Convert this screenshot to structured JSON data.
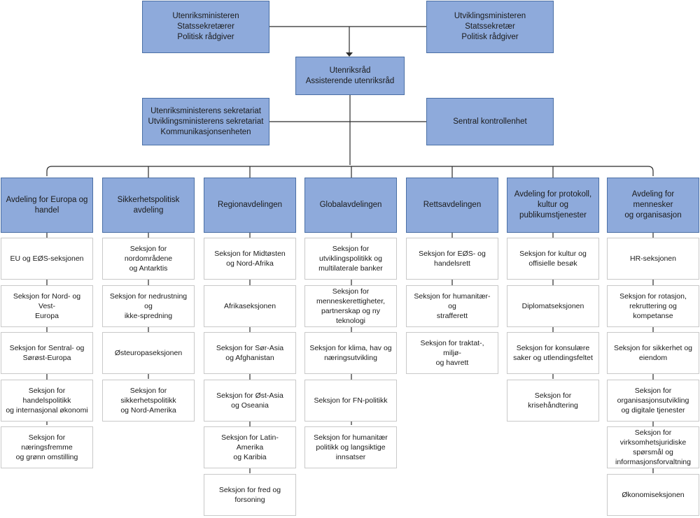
{
  "top": {
    "minister": [
      "Utenriksministeren",
      "Statssekretærer",
      "Politisk rådgiver"
    ],
    "dev_minister": [
      "Utviklingsministeren",
      "Statssekretær",
      "Politisk rådgiver"
    ],
    "secretary_general": [
      "Utenriksråd",
      "Assisterende utenriksråd"
    ],
    "secretariats": [
      "Utenriksministerens sekretariat",
      "Utviklingsministerens sekretariat",
      "Kommunikasjonsenheten"
    ],
    "audit": [
      "Sentral kontrollenhet"
    ]
  },
  "departments": [
    {
      "name": [
        "Avdeling for Europa og",
        "handel"
      ],
      "sections": [
        [
          "EU og EØS-seksjonen"
        ],
        [
          "Seksjon for Nord- og Vest-",
          "Europa"
        ],
        [
          "Seksjon for Sentral- og",
          "Sørøst-Europa"
        ],
        [
          "Seksjon for handelspolitikk",
          "og internasjonal økonomi"
        ],
        [
          "Seksjon for næringsfremme",
          "og grønn omstilling"
        ]
      ]
    },
    {
      "name": [
        "Sikkerhetspolitisk",
        "avdeling"
      ],
      "sections": [
        [
          "Seksjon for nordområdene",
          "og Antarktis"
        ],
        [
          "Seksjon for nedrustning og",
          "ikke-spredning"
        ],
        [
          "Østeuropaseksjonen"
        ],
        [
          "Seksjon for",
          "sikkerhetspolitikk",
          "og Nord-Amerika"
        ]
      ]
    },
    {
      "name": [
        "Regionavdelingen"
      ],
      "sections": [
        [
          "Seksjon for Midtøsten",
          "og Nord-Afrika"
        ],
        [
          "Afrikaseksjonen"
        ],
        [
          "Seksjon for Sør-Asia",
          "og Afghanistan"
        ],
        [
          "Seksjon for Øst-Asia",
          "og Oseania"
        ],
        [
          "Seksjon for Latin-Amerika",
          "og Karibia"
        ],
        [
          "Seksjon for fred og",
          "forsoning"
        ]
      ]
    },
    {
      "name": [
        "Globalavdelingen"
      ],
      "sections": [
        [
          "Seksjon for",
          "utviklingspolitikk og",
          "multilaterale banker"
        ],
        [
          "Seksjon for",
          "menneskerettigheter,",
          "partnerskap og ny teknologi"
        ],
        [
          "Seksjon for klima, hav og",
          "næringsutvikling"
        ],
        [
          "Seksjon for FN-politikk"
        ],
        [
          "Seksjon for humanitær",
          "politikk og langsiktige",
          "innsatser"
        ]
      ]
    },
    {
      "name": [
        "Rettsavdelingen"
      ],
      "sections": [
        [
          "Seksjon for EØS- og",
          "handelsrett"
        ],
        [
          "Seksjon for humanitær- og",
          "strafferett"
        ],
        [
          "Seksjon for traktat-, miljø-",
          "og havrett"
        ]
      ]
    },
    {
      "name": [
        "Avdeling for protokoll,",
        "kultur og",
        "publikumstjenester"
      ],
      "sections": [
        [
          "Seksjon for kultur og",
          "offisielle besøk"
        ],
        [
          "Diplomatseksjonen"
        ],
        [
          "Seksjon for konsulære",
          "saker og utlendingsfeltet"
        ],
        [
          "Seksjon for krisehåndtering"
        ]
      ]
    },
    {
      "name": [
        "Avdeling for mennesker",
        "og organisasjon"
      ],
      "sections": [
        [
          "HR-seksjonen"
        ],
        [
          "Seksjon for rotasjon,",
          "rekruttering og kompetanse"
        ],
        [
          "Seksjon for sikkerhet og",
          "eiendom"
        ],
        [
          "Seksjon for",
          "organisasjonsutvikling",
          "og digitale tjenester"
        ],
        [
          "Seksjon for",
          "virksomhetsjuridiske",
          "spørsmål og",
          "informasjonsforvaltning"
        ],
        [
          "Økonomiseksjonen"
        ]
      ]
    }
  ]
}
